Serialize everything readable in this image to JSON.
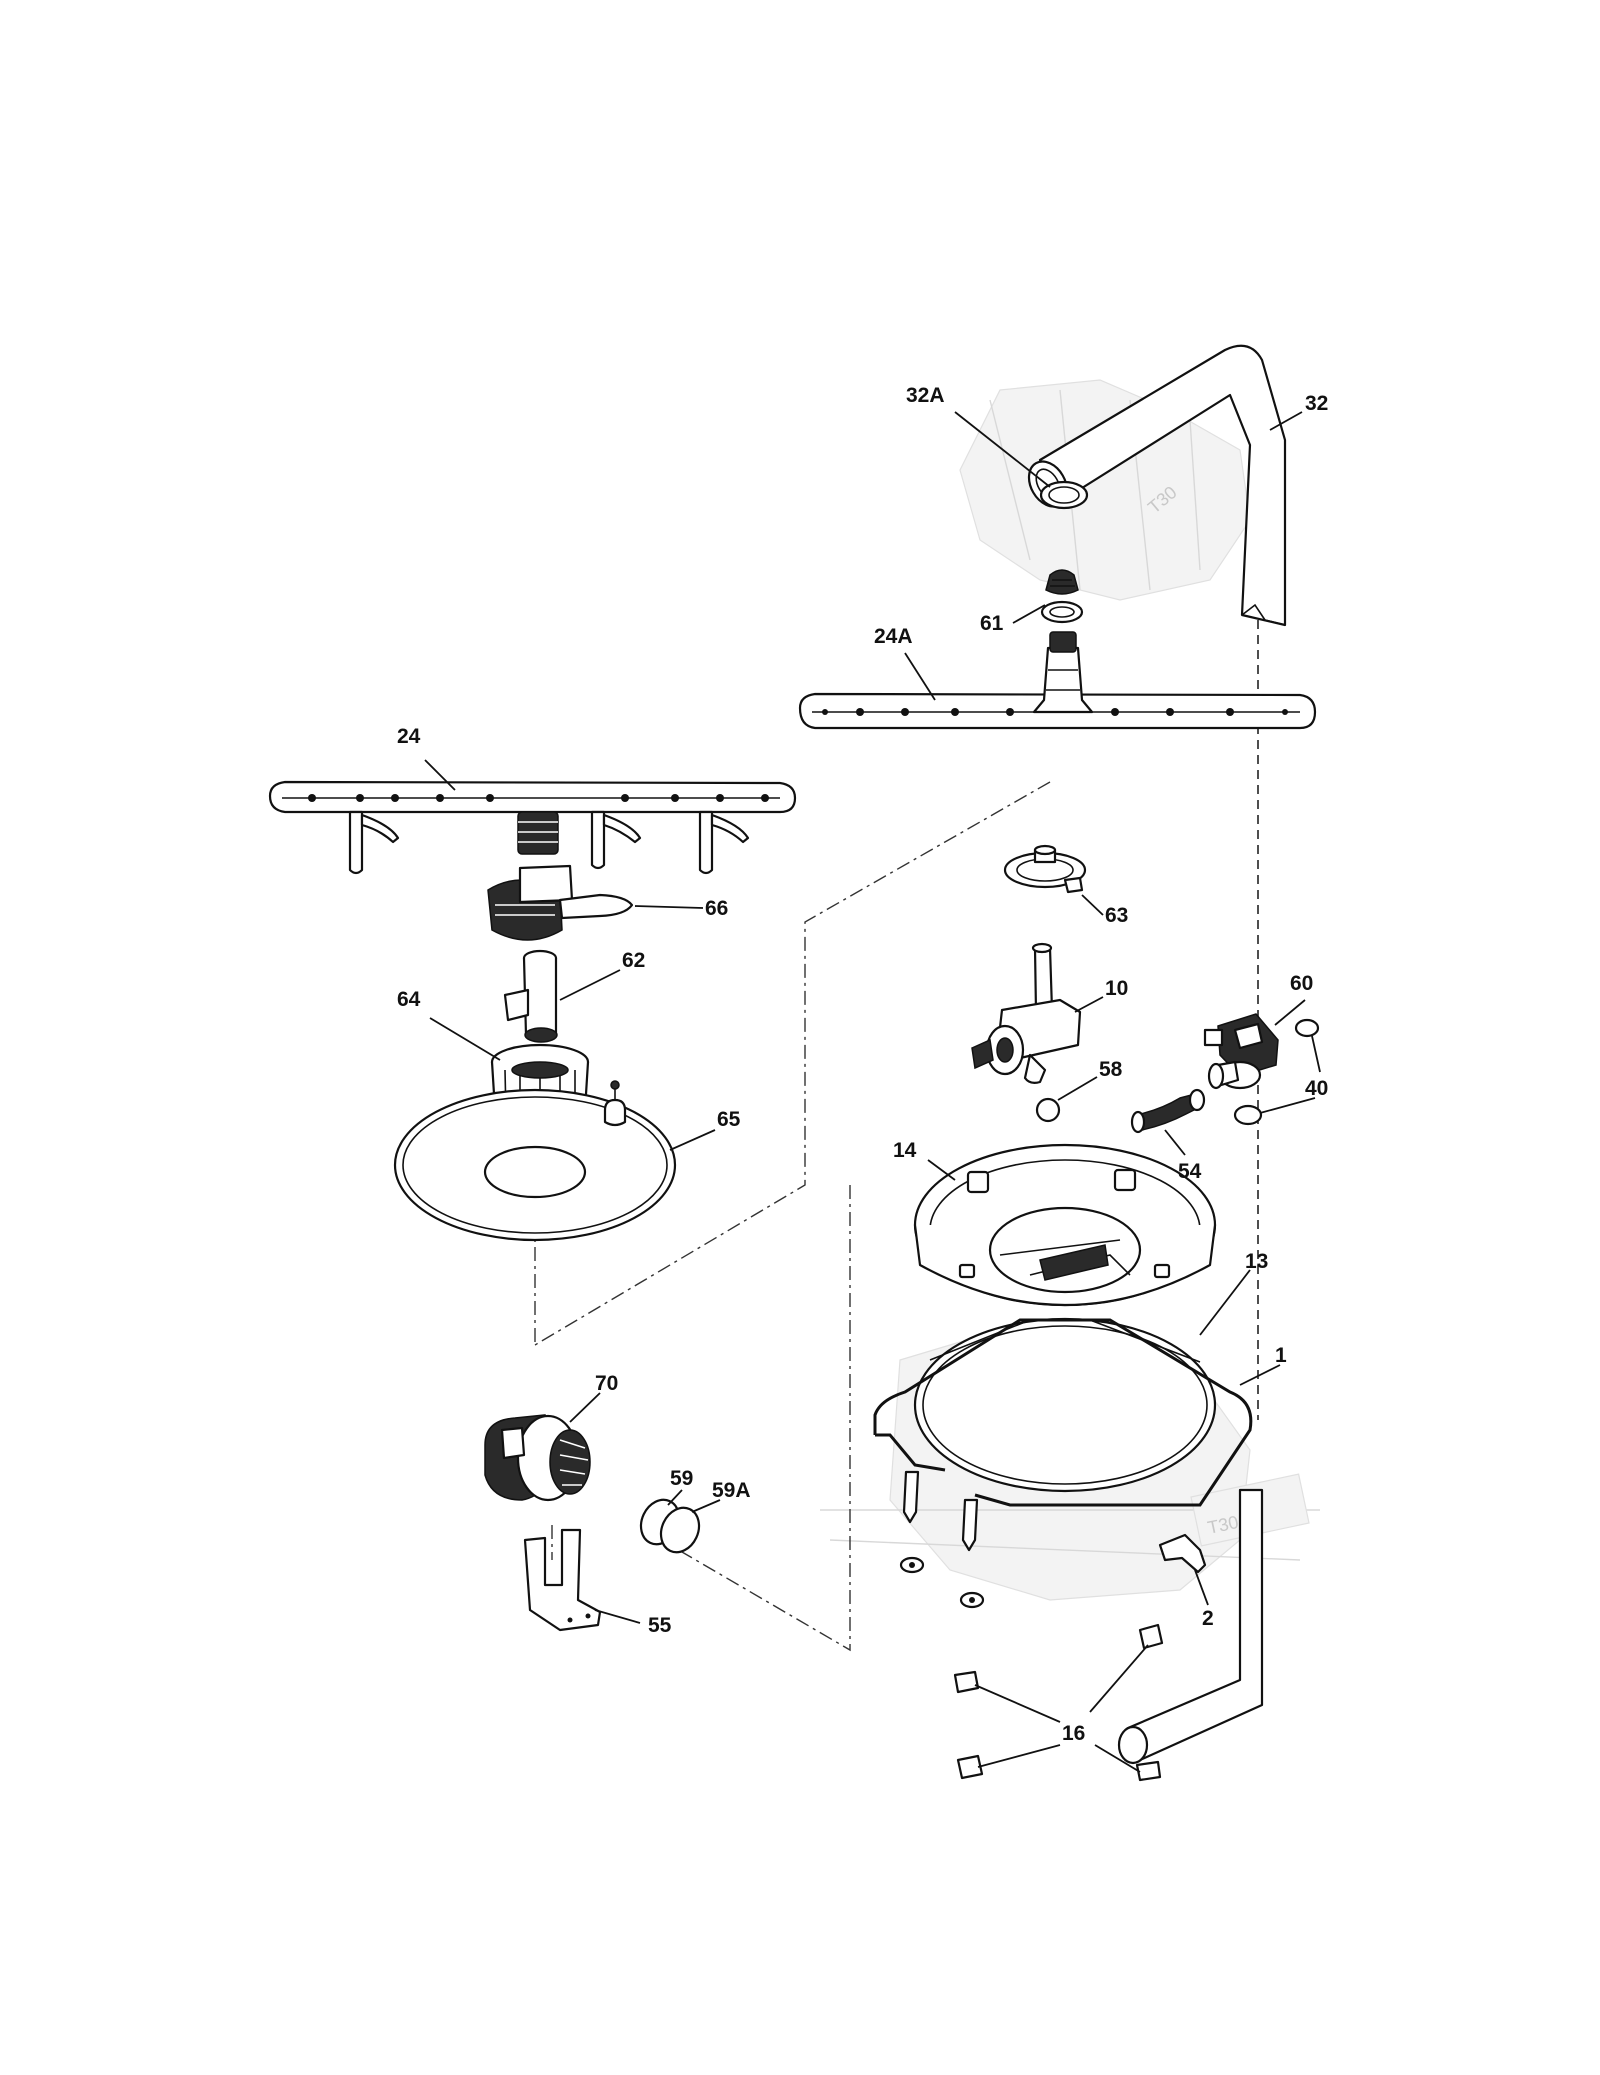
{
  "diagram": {
    "watermark_text": "T30",
    "callouts": [
      {
        "id": "c-32a",
        "label": "32A"
      },
      {
        "id": "c-32",
        "label": "32"
      },
      {
        "id": "c-61",
        "label": "61"
      },
      {
        "id": "c-24a",
        "label": "24A"
      },
      {
        "id": "c-24",
        "label": "24"
      },
      {
        "id": "c-66",
        "label": "66"
      },
      {
        "id": "c-62",
        "label": "62"
      },
      {
        "id": "c-64",
        "label": "64"
      },
      {
        "id": "c-65",
        "label": "65"
      },
      {
        "id": "c-63",
        "label": "63"
      },
      {
        "id": "c-10",
        "label": "10"
      },
      {
        "id": "c-60",
        "label": "60"
      },
      {
        "id": "c-58",
        "label": "58"
      },
      {
        "id": "c-40",
        "label": "40"
      },
      {
        "id": "c-54",
        "label": "54"
      },
      {
        "id": "c-14",
        "label": "14"
      },
      {
        "id": "c-13",
        "label": "13"
      },
      {
        "id": "c-1",
        "label": "1"
      },
      {
        "id": "c-70",
        "label": "70"
      },
      {
        "id": "c-59",
        "label": "59"
      },
      {
        "id": "c-59a",
        "label": "59A"
      },
      {
        "id": "c-55",
        "label": "55"
      },
      {
        "id": "c-2",
        "label": "2"
      },
      {
        "id": "c-16",
        "label": "16"
      }
    ]
  }
}
